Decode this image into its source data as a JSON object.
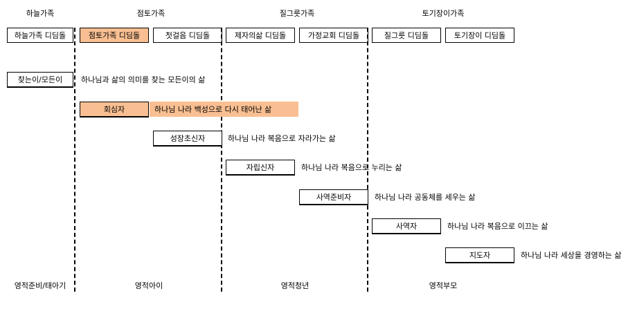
{
  "families": [
    {
      "label": "하늘가족"
    },
    {
      "label": "점토가족"
    },
    {
      "label": "질그릇가족"
    },
    {
      "label": "토기장이가족"
    }
  ],
  "stepping_stones": [
    {
      "label": "하늘가족 디딤돌",
      "highlight": false
    },
    {
      "label": "점토가족 디딤돌",
      "highlight": true
    },
    {
      "label": "첫걸음 디딤돌",
      "highlight": false
    },
    {
      "label": "제자의삶 디딤돌",
      "highlight": false
    },
    {
      "label": "가정교회 디딤돌",
      "highlight": false
    },
    {
      "label": "질그릇 디딤돌",
      "highlight": false
    },
    {
      "label": "토기장이 디딤돌",
      "highlight": false
    }
  ],
  "roles": [
    {
      "label": "찾는이/모든이",
      "description": "하나님과 삶의 의미를 찾는 모든이의 삶",
      "highlight": false
    },
    {
      "label": "회심자",
      "description": "하나님 나라 백성으로 다시 태어난 삶",
      "highlight": true
    },
    {
      "label": "성장초신자",
      "description": "하나님 나라 복음으로 자라가는 삶",
      "highlight": false
    },
    {
      "label": "자립신자",
      "description": "하나님 나라 복음으로 누리는 삶",
      "highlight": false
    },
    {
      "label": "사역준비자",
      "description": "하나님 나라 공동체를 세우는 삶",
      "highlight": false
    },
    {
      "label": "사역자",
      "description": "하나님 나라 복음으로 이끄는 삶",
      "highlight": false
    },
    {
      "label": "지도자",
      "description": "하나님 나라 세상을 경영하는 삶",
      "highlight": false
    }
  ],
  "stages": [
    {
      "label": "영적준비/태아기"
    },
    {
      "label": "영적아이"
    },
    {
      "label": "영적청년"
    },
    {
      "label": "영적부모"
    }
  ],
  "colors": {
    "highlight": "#f9bf92",
    "line": "#000000"
  }
}
